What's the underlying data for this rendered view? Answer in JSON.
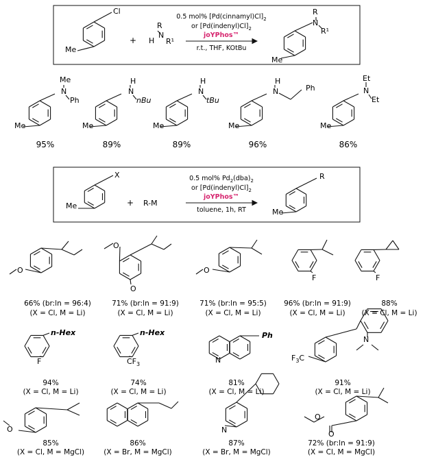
{
  "scheme1": {
    "reactants": [
      "Cl",
      "Me",
      "+",
      "R",
      "H",
      "N",
      "R¹"
    ],
    "conditions": {
      "line1": "0.5 mol% [Pd(cinnamyl)Cl]",
      "line1_sub": "2",
      "line2": "or [Pd(indenyl)Cl]",
      "line2_sub": "2",
      "ligand": "joYPhos™",
      "line3": "r.t., THF, KOtBu"
    },
    "product": [
      "R",
      "N",
      "R¹",
      "Me"
    ]
  },
  "scheme1_products": [
    {
      "top": "Me",
      "n": "N",
      "sub": "Ph",
      "me": "Me",
      "yield": "95%"
    },
    {
      "top": "H",
      "n": "N",
      "sub": "nBu",
      "me": "Me",
      "yield": "89%"
    },
    {
      "top": "H",
      "n": "N",
      "sub": "tBu",
      "me": "Me",
      "yield": "89%"
    },
    {
      "top": "H",
      "n": "N",
      "sub": "Ph",
      "me": "Me",
      "yield": "96%"
    },
    {
      "top": "Et",
      "n": "N",
      "sub": "Et",
      "me": "Me",
      "yield": "86%"
    }
  ],
  "scheme2": {
    "reactants": [
      "X",
      "Me",
      "+",
      "R-M"
    ],
    "conditions": {
      "line1": "0.5 mol% Pd",
      "line1_mid": "2",
      "line1_end": "(dba)",
      "line1_sub": "2",
      "line2": "or [Pd(indenyl)Cl]",
      "line2_sub": "2",
      "ligand": "joYPhos™",
      "line3": "toluene, 1h, RT"
    },
    "product": [
      "R",
      "Me"
    ]
  },
  "scheme2_row1": [
    {
      "yield": "66% (br:ln = 96:4)",
      "cond": "(X = Cl, M = Li)"
    },
    {
      "yield": "71% (br:ln = 91:9)",
      "cond": "(X = Cl, M = Li)"
    },
    {
      "yield": "71% (br:ln = 95:5)",
      "cond": "(X = Cl, M = Li)"
    },
    {
      "yield": "96% (br:ln = 91:9)",
      "cond": "(X = Cl, M = Li)"
    },
    {
      "yield": "88%",
      "cond": "(X = Cl, M = Li)"
    }
  ],
  "scheme2_row2": [
    {
      "yield": "94%",
      "cond": "(X = Cl, M = Li)"
    },
    {
      "yield": "74%",
      "cond": "(X = Cl, M = Li)"
    },
    {
      "yield": "81%",
      "cond": "(X = Cl, M = Li)"
    },
    {
      "yield": "91%",
      "cond": "(X = Cl, M = Li)"
    }
  ],
  "scheme2_row3": [
    {
      "yield": "85%",
      "cond": "(X = Cl, M = MgCl)"
    },
    {
      "yield": "86%",
      "cond": "(X = Br, M = MgCl)"
    },
    {
      "yield": "87%",
      "cond": "(X = Br, M = MgCl)"
    },
    {
      "yield": "72% (br:ln = 91:9)",
      "cond": "(X = Cl, M = MgCl)"
    }
  ],
  "atom_labels": {
    "o": "O",
    "f": "F",
    "n": "N",
    "nhex": "n-Hex",
    "cf3": "CF",
    "cf3_sub": "3",
    "ph": "Ph",
    "f3c": "F",
    "f3c_sub": "3",
    "f3c_c": "C"
  },
  "colors": {
    "ligand": "#d6246e",
    "ink": "#111111"
  }
}
